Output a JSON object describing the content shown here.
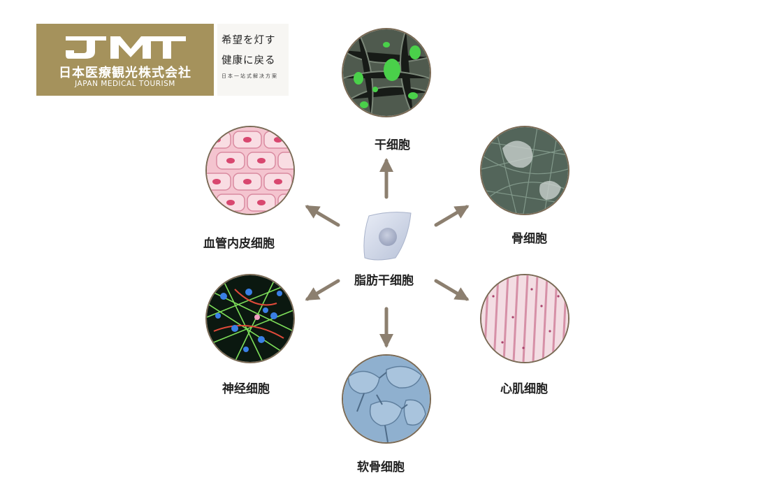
{
  "logo": {
    "mark": "JMT",
    "company": "日本医療観光株式会社",
    "english": "JAPAN MEDICAL TOURISM",
    "slogan_line1": "希望を灯す",
    "slogan_line2": "健康に戻る",
    "slogan_line3": "日本一站式解决方案"
  },
  "center_label": "脂肪干细胞",
  "cells": {
    "stem": "干细胞",
    "bone": "骨细胞",
    "cardiac": "心肌细胞",
    "cartilage": "软骨细胞",
    "nerve": "神经细胞",
    "endothelial": "血管内皮细胞"
  },
  "colors": {
    "logo_gold": "#a5925c",
    "arrow": "#8c7f6f"
  }
}
